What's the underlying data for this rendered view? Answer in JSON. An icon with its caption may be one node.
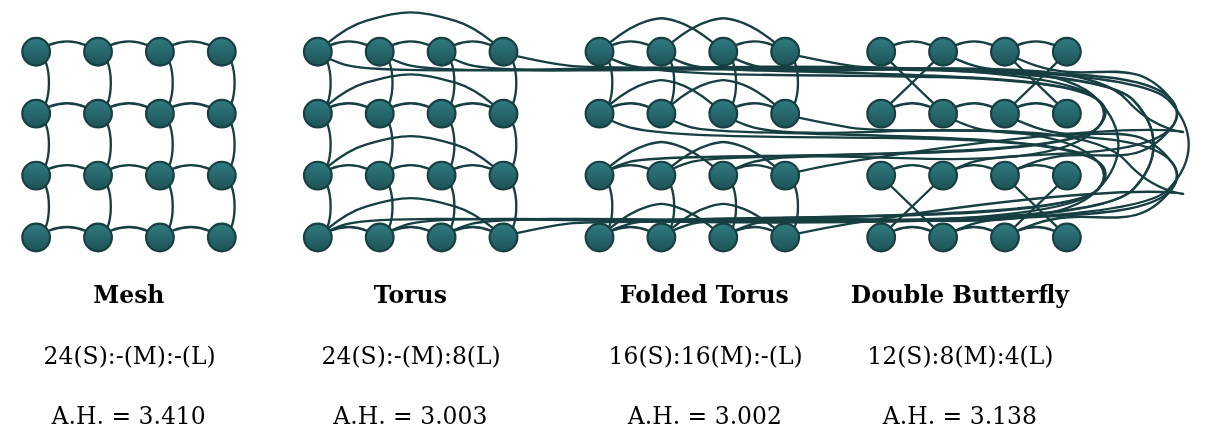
{
  "diagram": {
    "nodes": [
      {
        "text": [],
        "shape": "circle"
      },
      {
        "text": [],
        "shape": "circle"
      },
      {
        "text": [],
        "shape": "circle"
      },
      {
        "text": [],
        "shape": "circle"
      },
      {
        "text": [],
        "shape": "circle"
      },
      {
        "text": [],
        "shape": "circle"
      },
      {
        "text": [],
        "shape": "circle"
      },
      {
        "text": [],
        "shape": "circle"
      },
      {
        "text": [],
        "shape": "circle"
      },
      {
        "text": [],
        "shape": "circle"
      },
      {
        "text": [],
        "shape": "circle"
      },
      {
        "text": [],
        "shape": "circle"
      },
      {
        "text": [],
        "shape": "circle"
      },
      {
        "text": [],
        "shape": "circle"
      },
      {
        "text": [],
        "shape": "circle"
      },
      {
        "text": [],
        "shape": "circle"
      },
      {
        "text": [],
        "shape": "circle"
      },
      {
        "text": [],
        "shape": "circle"
      },
      {
        "text": [],
        "shape": "circle"
      },
      {
        "text": [],
        "shape": "circle"
      },
      {
        "text": [],
        "shape": "circle"
      },
      {
        "text": [],
        "shape": "circle"
      },
      {
        "text": [],
        "shape": "circle"
      },
      {
        "text": [],
        "shape": "circle"
      },
      {
        "text": [],
        "shape": "circle"
      },
      {
        "text": [],
        "shape": "circle"
      },
      {
        "text": [],
        "shape": "circle"
      },
      {
        "text": [],
        "shape": "circle"
      },
      {
        "text": [],
        "shape": "circle"
      },
      {
        "text": [],
        "shape": "circle"
      },
      {
        "text": [],
        "shape": "circle"
      },
      {
        "text": [],
        "shape": "circle"
      },
      {
        "text": [],
        "shape": "circle"
      },
      {
        "text": [],
        "shape": "circle"
      },
      {
        "text": [],
        "shape": "circle"
      },
      {
        "text": [],
        "shape": "circle"
      },
      {
        "text": [],
        "shape": "circle"
      },
      {
        "text": [],
        "shape": "circle"
      },
      {
        "text": [],
        "shape": "circle"
      },
      {
        "text": [],
        "shape": "circle"
      },
      {
        "text": [],
        "shape": "circle"
      },
      {
        "text": [],
        "shape": "circle"
      },
      {
        "text": [],
        "shape": "circle"
      },
      {
        "text": [],
        "shape": "circle"
      },
      {
        "text": [],
        "shape": "circle"
      },
      {
        "text": [],
        "shape": "circle"
      },
      {
        "text": [],
        "shape": "circle"
      },
      {
        "text": [],
        "shape": "circle"
      },
      {
        "text": [],
        "shape": "circle"
      },
      {
        "text": [],
        "shape": "circle"
      },
      {
        "text": [],
        "shape": "circle"
      },
      {
        "text": [],
        "shape": "circle"
      },
      {
        "text": [],
        "shape": "circle"
      },
      {
        "text": [],
        "shape": "circle"
      },
      {
        "text": [],
        "shape": "circle"
      },
      {
        "text": [],
        "shape": "circle"
      },
      {
        "text": [],
        "shape": "circle"
      },
      {
        "text": [],
        "shape": "circle"
      },
      {
        "text": [],
        "shape": "circle"
      },
      {
        "text": [],
        "shape": "circle"
      },
      {
        "text": [],
        "shape": "circle"
      },
      {
        "text": [],
        "shape": "circle"
      },
      {
        "text": [],
        "shape": "circle"
      },
      {
        "text": [],
        "shape": "circle"
      }
    ],
    "edges": [
      {
        "from": 0,
        "to": 1,
        "arrow": "none"
      },
      {
        "from": 1,
        "to": 2,
        "arrow": "none"
      },
      {
        "from": 2,
        "to": 3,
        "arrow": "none"
      },
      {
        "from": 4,
        "to": 5,
        "arrow": "none"
      },
      {
        "from": 5,
        "to": 6,
        "arrow": "none"
      },
      {
        "from": 6,
        "to": 7,
        "arrow": "none"
      },
      {
        "from": 8,
        "to": 9,
        "arrow": "none"
      },
      {
        "from": 9,
        "to": 10,
        "arrow": "none"
      },
      {
        "from": 10,
        "to": 11,
        "arrow": "none"
      },
      {
        "from": 12,
        "to": 13,
        "arrow": "none"
      },
      {
        "from": 13,
        "to": 14,
        "arrow": "none"
      },
      {
        "from": 14,
        "to": 15,
        "arrow": "none"
      },
      {
        "from": 0,
        "to": 4,
        "arrow": "none"
      },
      {
        "from": 1,
        "to": 5,
        "arrow": "none"
      },
      {
        "from": 2,
        "to": 6,
        "arrow": "none"
      },
      {
        "from": 3,
        "to": 7,
        "arrow": "none"
      },
      {
        "from": 4,
        "to": 8,
        "arrow": "none"
      },
      {
        "from": 5,
        "to": 9,
        "arrow": "none"
      },
      {
        "from": 6,
        "to": 10,
        "arrow": "none"
      },
      {
        "from": 7,
        "to": 11,
        "arrow": "none"
      },
      {
        "from": 8,
        "to": 12,
        "arrow": "none"
      },
      {
        "from": 9,
        "to": 13,
        "arrow": "none"
      },
      {
        "from": 10,
        "to": 14,
        "arrow": "none"
      },
      {
        "from": 11,
        "to": 15,
        "arrow": "none"
      },
      {
        "from": 16,
        "to": 17,
        "arrow": "none"
      },
      {
        "from": 17,
        "to": 18,
        "arrow": "none"
      },
      {
        "from": 18,
        "to": 19,
        "arrow": "none"
      },
      {
        "from": 20,
        "to": 21,
        "arrow": "none"
      },
      {
        "from": 21,
        "to": 22,
        "arrow": "none"
      },
      {
        "from": 22,
        "to": 23,
        "arrow": "none"
      },
      {
        "from": 24,
        "to": 25,
        "arrow": "none"
      },
      {
        "from": 25,
        "to": 26,
        "arrow": "none"
      },
      {
        "from": 26,
        "to": 27,
        "arrow": "none"
      },
      {
        "from": 28,
        "to": 29,
        "arrow": "none"
      },
      {
        "from": 29,
        "to": 30,
        "arrow": "none"
      },
      {
        "from": 30,
        "to": 31,
        "arrow": "none"
      },
      {
        "from": 16,
        "to": 20,
        "arrow": "none"
      },
      {
        "from": 17,
        "to": 21,
        "arrow": "none"
      },
      {
        "from": 18,
        "to": 22,
        "arrow": "none"
      },
      {
        "from": 19,
        "to": 23,
        "arrow": "none"
      },
      {
        "from": 20,
        "to": 24,
        "arrow": "none"
      },
      {
        "from": 21,
        "to": 25,
        "arrow": "none"
      },
      {
        "from": 22,
        "to": 26,
        "arrow": "none"
      },
      {
        "from": 23,
        "to": 27,
        "arrow": "none"
      },
      {
        "from": 24,
        "to": 28,
        "arrow": "none"
      },
      {
        "from": 25,
        "to": 29,
        "arrow": "none"
      },
      {
        "from": 26,
        "to": 30,
        "arrow": "none"
      },
      {
        "from": 27,
        "to": 31,
        "arrow": "none"
      },
      {
        "from": 16,
        "to": 19,
        "arrow": "none"
      },
      {
        "from": 20,
        "to": 23,
        "arrow": "none"
      },
      {
        "from": 24,
        "to": 27,
        "arrow": "none"
      },
      {
        "from": 28,
        "to": 31,
        "arrow": "none"
      },
      {
        "from": 16,
        "to": 28,
        "arrow": "none"
      },
      {
        "from": 17,
        "to": 29,
        "arrow": "none"
      },
      {
        "from": 18,
        "to": 30,
        "arrow": "none"
      },
      {
        "from": 19,
        "to": 31,
        "arrow": "none"
      },
      {
        "from": 32,
        "to": 33,
        "arrow": "none"
      },
      {
        "from": 34,
        "to": 35,
        "arrow": "none"
      },
      {
        "from": 32,
        "to": 34,
        "arrow": "none"
      },
      {
        "from": 33,
        "to": 35,
        "arrow": "none"
      },
      {
        "from": 36,
        "to": 37,
        "arrow": "none"
      },
      {
        "from": 38,
        "to": 39,
        "arrow": "none"
      },
      {
        "from": 36,
        "to": 38,
        "arrow": "none"
      },
      {
        "from": 37,
        "to": 39,
        "arrow": "none"
      },
      {
        "from": 40,
        "to": 41,
        "arrow": "none"
      },
      {
        "from": 42,
        "to": 43,
        "arrow": "none"
      },
      {
        "from": 40,
        "to": 42,
        "arrow": "none"
      },
      {
        "from": 41,
        "to": 43,
        "arrow": "none"
      },
      {
        "from": 44,
        "to": 45,
        "arrow": "none"
      },
      {
        "from": 46,
        "to": 47,
        "arrow": "none"
      },
      {
        "from": 44,
        "to": 46,
        "arrow": "none"
      },
      {
        "from": 45,
        "to": 47,
        "arrow": "none"
      },
      {
        "from": 32,
        "to": 36,
        "arrow": "none"
      },
      {
        "from": 40,
        "to": 44,
        "arrow": "none"
      },
      {
        "from": 32,
        "to": 40,
        "arrow": "none"
      },
      {
        "from": 36,
        "to": 44,
        "arrow": "none"
      },
      {
        "from": 33,
        "to": 37,
        "arrow": "none"
      },
      {
        "from": 41,
        "to": 45,
        "arrow": "none"
      },
      {
        "from": 33,
        "to": 41,
        "arrow": "none"
      },
      {
        "from": 37,
        "to": 45,
        "arrow": "none"
      },
      {
        "from": 34,
        "to": 38,
        "arrow": "none"
      },
      {
        "from": 42,
        "to": 46,
        "arrow": "none"
      },
      {
        "from": 34,
        "to": 42,
        "arrow": "none"
      },
      {
        "from": 38,
        "to": 46,
        "arrow": "none"
      },
      {
        "from": 35,
        "to": 39,
        "arrow": "none"
      },
      {
        "from": 43,
        "to": 47,
        "arrow": "none"
      },
      {
        "from": 35,
        "to": 43,
        "arrow": "none"
      },
      {
        "from": 39,
        "to": 47,
        "arrow": "none"
      },
      {
        "from": 48,
        "to": 49,
        "arrow": "none"
      },
      {
        "from": 52,
        "to": 53,
        "arrow": "none"
      },
      {
        "from": 48,
        "to": 53,
        "arrow": "none"
      },
      {
        "from": 52,
        "to": 49,
        "arrow": "none"
      },
      {
        "from": 56,
        "to": 57,
        "arrow": "none"
      },
      {
        "from": 60,
        "to": 61,
        "arrow": "none"
      },
      {
        "from": 56,
        "to": 61,
        "arrow": "none"
      },
      {
        "from": 60,
        "to": 57,
        "arrow": "none"
      },
      {
        "from": 49,
        "to": 50,
        "arrow": "none"
      },
      {
        "from": 53,
        "to": 54,
        "arrow": "none"
      },
      {
        "from": 57,
        "to": 58,
        "arrow": "none"
      },
      {
        "from": 61,
        "to": 62,
        "arrow": "none"
      },
      {
        "from": 49,
        "to": 58,
        "arrow": "none"
      },
      {
        "from": 53,
        "to": 62,
        "arrow": "none"
      },
      {
        "from": 57,
        "to": 50,
        "arrow": "none"
      },
      {
        "from": 61,
        "to": 54,
        "arrow": "none"
      },
      {
        "from": 50,
        "to": 51,
        "arrow": "none"
      },
      {
        "from": 54,
        "to": 55,
        "arrow": "none"
      },
      {
        "from": 50,
        "to": 55,
        "arrow": "none"
      },
      {
        "from": 54,
        "to": 51,
        "arrow": "none"
      },
      {
        "from": 58,
        "to": 59,
        "arrow": "none"
      },
      {
        "from": 62,
        "to": 63,
        "arrow": "none"
      },
      {
        "from": 58,
        "to": 63,
        "arrow": "none"
      },
      {
        "from": 62,
        "to": 59,
        "arrow": "none"
      }
    ],
    "labels": [
      "Mesh",
      "24(S):-(M):-(L)",
      "A.H. = 3.410",
      "Torus",
      "24(S):-(M):8(L)",
      "A.H. = 3.003",
      "Folded Torus",
      "16(S):16(M):-(L)",
      "A.H. = 3.002",
      "Double Butterfly",
      "12(S):8(M):4(L)",
      "A.H. = 3.138"
    ]
  }
}
